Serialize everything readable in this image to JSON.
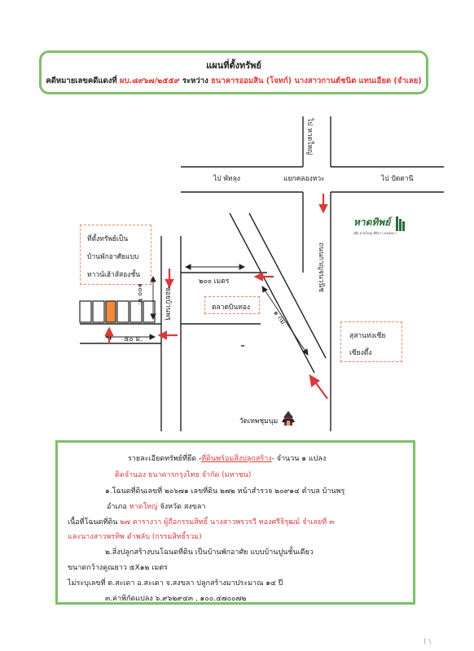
{
  "header": {
    "title": "แผนที่ตั้งทรัพย์",
    "case_prefix": "คดีหมายเลขคดีแดงที่",
    "case_no": "ผบ.๘๙๖๗/๒๕๕๙",
    "between": "ระหว่าง",
    "plaintiff": "ธนาคารออมสิน (โจทก์)",
    "defendant": "นางสาวกานต์ชนิต แทนเอียด (จำเลย)"
  },
  "map": {
    "to_hatyai": "ไป หาดใหญ่",
    "to_phatthalung": "ไป พัทลุง",
    "intersection": "แยกคลองหวะ",
    "to_pattani": "ไป ปัตตานี",
    "road_kanchanawanich": "ถนนกาญจนวนิช",
    "property_note": [
      "ที่ตั้งทรัพย์เป็น",
      "บ้านพักอาศัยแบบ",
      "ทาวน์เฮ้าส์สองชั้น"
    ],
    "dist_200": "๒๐๐ เมตร",
    "dist_100": "๑๐๐ ม.",
    "soi": "ซอยบ้านพรุ",
    "market": "ตลาดบินทอง",
    "dist_50": "๕๐ ม.",
    "dist_1km": "๑ กม.",
    "foundation": [
      "สุสานท่งเซีย",
      "เซียงตึ้ง"
    ],
    "temple": "วัดเทพชุมนุม",
    "logo_text": "หาดทิพย์",
    "logo_sub": "เพื่อ หาดใหญ่ ที่ดีกว่า ตลอดมา"
  },
  "details": {
    "l1_pre": "รายละเอียดทรัพย์ที่ยึด -",
    "l1_type": "ที่ดินพร้อมสิ่งปลูกสร้าง",
    "l1_post": "- จำนวน ๑ แปลง",
    "l2": "ติดจำนอง ธนาคารกรุงไทย จำกัด (มหาชน)",
    "l3": "๑.โฉนดที่ดินเลขที่ ๒๐๖๗๑ เลขที่ดิน ๒๗๒ หน้าสำรวจ ๒๐๙๑๔ ตำบล บ้านพรุ",
    "l4_pre": "อำเภอ",
    "l4_red": "หาดใหญ่",
    "l4_post": "จังหวัด สงขลา",
    "l5_pre": "เนื้อที่โฉนดที่ดิน",
    "l5_red": "๒๗ ตารางวา ผู้ถือกรรมสิทธิ์ นางสาวพรวรวี ทองศรีจิรุฒม์ จำเลยที่ ๓",
    "l6": "และนางสาวพรทิพ ดำพลับ (กรรมสิทธิ์รวม)",
    "l7": "๒.สิ่งปลูกสร้างบนโฉนดที่ดิน เป็นบ้านพักอาศัย แบบบ้านปูนชั้นเดียว",
    "l8": "ขนาดกว้างคูณยาว ๕X๑๒ เมตร",
    "l9": "ไม่ระบุเลขที่ ต.สะเดา อ.สะเดา จ.สงขลา ปลูกสร้างมาประมาณ ๑๔ ปี",
    "l10": "๓.ค่าพิกัดแปลง ๖.๙๖๒๙๔๓ , ๑๐๐.๔๗๐๐๗๒"
  },
  "corner_mark": "( \\"
}
